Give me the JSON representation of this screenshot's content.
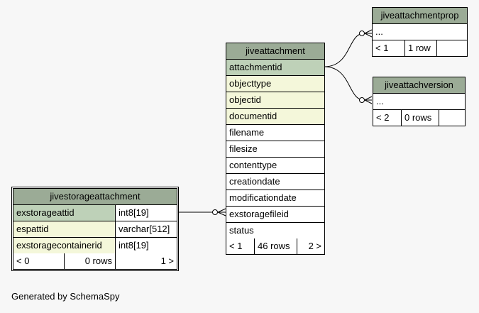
{
  "tables": {
    "jiveattachmentprop": {
      "name": "jiveattachmentprop",
      "columns": [
        "..."
      ],
      "footer": [
        "< 1",
        "1 row",
        ""
      ]
    },
    "jiveattachversion": {
      "name": "jiveattachversion",
      "columns": [
        "..."
      ],
      "footer": [
        "< 2",
        "0 rows",
        ""
      ]
    },
    "jiveattachment": {
      "name": "jiveattachment",
      "columns": [
        {
          "name": "attachmentid",
          "kind": "pk"
        },
        {
          "name": "objecttype",
          "kind": "idx"
        },
        {
          "name": "objectid",
          "kind": "idx"
        },
        {
          "name": "documentid",
          "kind": "idx"
        },
        {
          "name": "filename",
          "kind": "plain"
        },
        {
          "name": "filesize",
          "kind": "plain"
        },
        {
          "name": "contenttype",
          "kind": "plain"
        },
        {
          "name": "creationdate",
          "kind": "plain"
        },
        {
          "name": "modificationdate",
          "kind": "plain"
        },
        {
          "name": "exstoragefileid",
          "kind": "plain"
        },
        {
          "name": "status",
          "kind": "plain"
        }
      ],
      "footer": [
        "< 1",
        "46 rows",
        "2 >"
      ]
    },
    "jivestorageattachment": {
      "name": "jivestorageattachment",
      "columns": [
        {
          "name": "exstorageattid",
          "type": "int8[19]",
          "kind": "pk"
        },
        {
          "name": "espattid",
          "type": "varchar[512]",
          "kind": "idx"
        },
        {
          "name": "exstoragecontainerid",
          "type": "int8[19]",
          "kind": "idx"
        }
      ],
      "footer": [
        "< 0",
        "0 rows",
        "1 >"
      ]
    }
  },
  "generated_by": "Generated by SchemaSpy",
  "colors": {
    "header": "#9bab96",
    "primary_key": "#bed1b8",
    "indexed": "#f4f7da",
    "background": "#f7f7f7"
  }
}
